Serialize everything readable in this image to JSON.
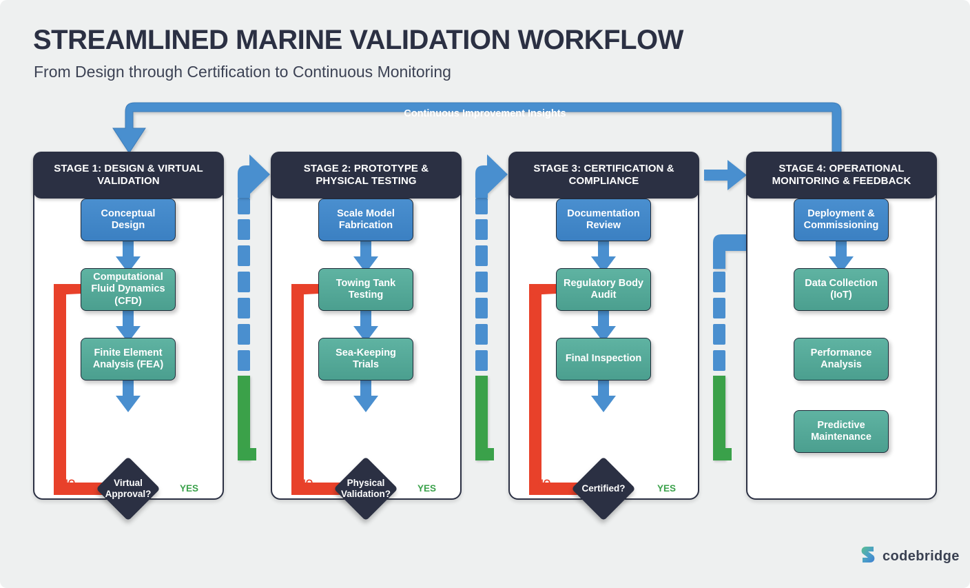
{
  "header": {
    "title": "STREAMLINED MARINE VALIDATION WORKFLOW",
    "subtitle": "From Design through Certification to Continuous Monitoring"
  },
  "banner": {
    "label": "Continuous Improvement Insights"
  },
  "colors": {
    "canvas": "#eef0f0",
    "header_dark": "#2b3043",
    "blue": "#3b80c2",
    "teal": "#4b9f8f",
    "red": "#e8412a",
    "green": "#3aa14a",
    "white": "#ffffff"
  },
  "stages": [
    {
      "header": "STAGE 1: DESIGN & VIRTUAL VALIDATION",
      "nodes": [
        {
          "label": "Conceptual Design",
          "color": "blue"
        },
        {
          "label": "Computational Fluid Dynamics (CFD)",
          "color": "teal"
        },
        {
          "label": "Finite Element Analysis (FEA)",
          "color": "teal"
        }
      ],
      "decision": "Virtual Approval?",
      "no_label": "NO",
      "yes_label": "YES"
    },
    {
      "header": "STAGE 2: PROTOTYPE & PHYSICAL TESTING",
      "nodes": [
        {
          "label": "Scale Model Fabrication",
          "color": "blue"
        },
        {
          "label": "Towing Tank Testing",
          "color": "teal"
        },
        {
          "label": "Sea-Keeping Trials",
          "color": "teal"
        }
      ],
      "decision": "Physical Validation?",
      "no_label": "NO",
      "yes_label": "YES"
    },
    {
      "header": "STAGE 3: CERTIFICATION & COMPLIANCE",
      "nodes": [
        {
          "label": "Documentation Review",
          "color": "blue"
        },
        {
          "label": "Regulatory Body Audit",
          "color": "teal"
        },
        {
          "label": "Final Inspection",
          "color": "teal"
        }
      ],
      "decision": "Certified?",
      "no_label": "NO",
      "yes_label": "YES"
    },
    {
      "header": "STAGE 4: OPERATIONAL MONITORING & FEEDBACK",
      "nodes": [
        {
          "label": "Deployment & Commissioning",
          "color": "blue"
        },
        {
          "label": "Data Collection (IoT)",
          "color": "teal"
        },
        {
          "label": "Performance Analysis",
          "color": "teal"
        },
        {
          "label": "Predictive Maintenance",
          "color": "teal"
        }
      ]
    }
  ],
  "footer": {
    "brand": "codebridge"
  }
}
